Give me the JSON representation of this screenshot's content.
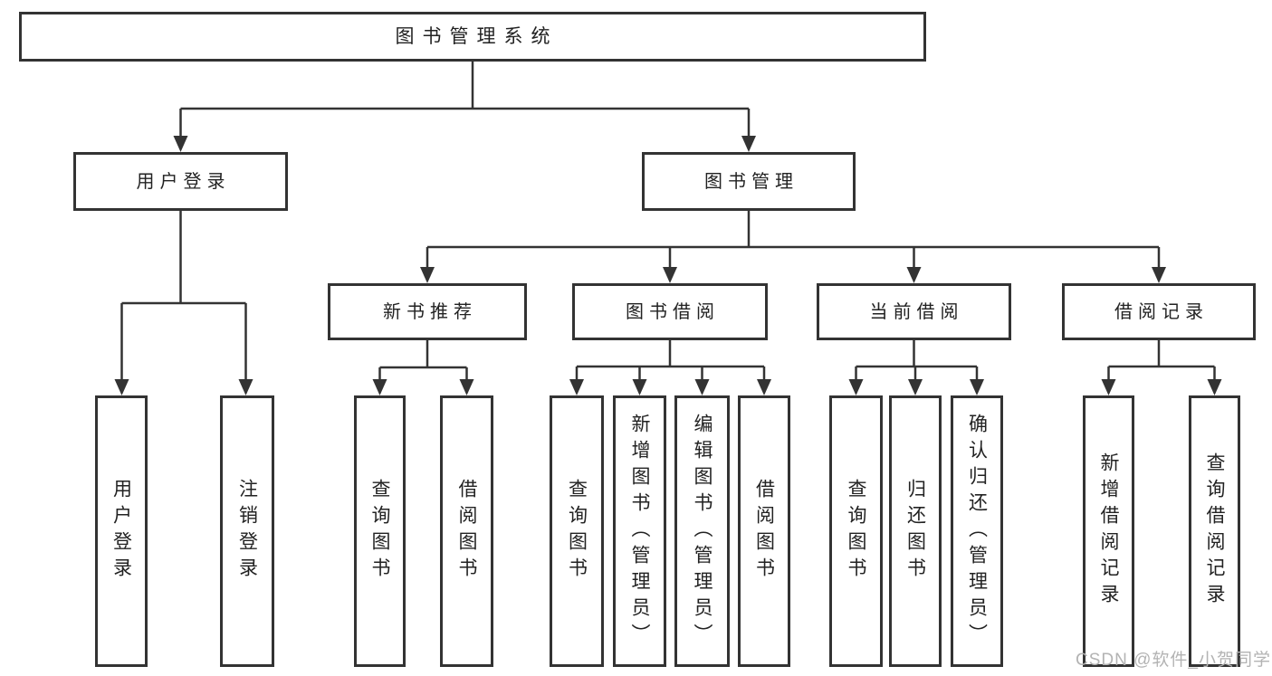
{
  "tree": {
    "label": "图书管理系统",
    "children": [
      {
        "label": "用户登录",
        "children": [
          {
            "label": "用户登录"
          },
          {
            "label": "注销登录"
          }
        ]
      },
      {
        "label": "图书管理",
        "children": [
          {
            "label": "新书推荐",
            "children": [
              {
                "label": "查询图书"
              },
              {
                "label": "借阅图书"
              }
            ]
          },
          {
            "label": "图书借阅",
            "children": [
              {
                "label": "查询图书"
              },
              {
                "label": "新增图书（管理员）"
              },
              {
                "label": "编辑图书（管理员）"
              },
              {
                "label": "借阅图书"
              }
            ]
          },
          {
            "label": "当前借阅",
            "children": [
              {
                "label": "查询图书"
              },
              {
                "label": "归还图书"
              },
              {
                "label": "确认归还（管理员）"
              }
            ]
          },
          {
            "label": "借阅记录",
            "children": [
              {
                "label": "新增借阅记录"
              },
              {
                "label": "查询借阅记录"
              }
            ]
          }
        ]
      }
    ]
  },
  "watermark": {
    "text": "CSDN @软件_小贺同学",
    "color": "#b3b3b3"
  },
  "colors": {
    "line": "#333333",
    "text": "#222222",
    "background": "#ffffff"
  }
}
